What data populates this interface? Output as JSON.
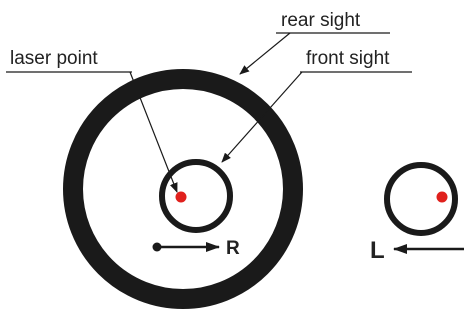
{
  "labels": {
    "rear_sight": "rear sight",
    "laser_point": "laser point",
    "front_sight": "front sight",
    "right_direction": "R",
    "left_direction": "L"
  },
  "colors": {
    "ring": "#1a1a1a",
    "laser_dot": "#e0201c",
    "text": "#222222"
  }
}
